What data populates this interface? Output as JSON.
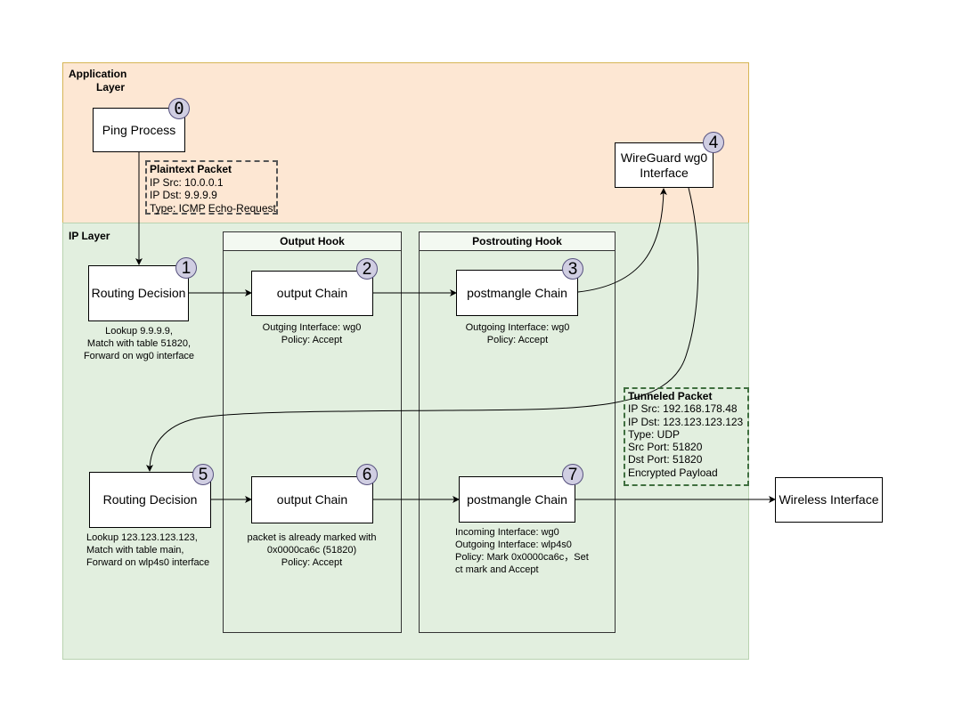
{
  "layers": {
    "application": {
      "label_line1": "Application",
      "label_line2": "Layer"
    },
    "ip": {
      "label": "IP Layer"
    }
  },
  "hooks": {
    "output": {
      "title": "Output Hook"
    },
    "postrouting": {
      "title": "Postrouting Hook"
    }
  },
  "nodes": {
    "ping": {
      "label": "Ping Process",
      "badge": "0"
    },
    "wireguard": {
      "label_line1": "WireGuard wg0",
      "label_line2": "Interface",
      "badge": "4"
    },
    "routing1": {
      "label": "Routing Decision",
      "badge": "1"
    },
    "output1": {
      "label": "output Chain",
      "badge": "2"
    },
    "postmangle1": {
      "label": "postmangle Chain",
      "badge": "3"
    },
    "routing2": {
      "label": "Routing Decision",
      "badge": "5"
    },
    "output2": {
      "label": "output Chain",
      "badge": "6"
    },
    "postmangle2": {
      "label": "postmangle Chain",
      "badge": "7"
    },
    "wireless": {
      "label": "Wireless Interface"
    }
  },
  "captions": {
    "routing1": [
      "Lookup 9.9.9.9,",
      "Match with table 51820,",
      "Forward on wg0 interface"
    ],
    "output1": [
      "Outging Interface: wg0",
      "Policy: Accept"
    ],
    "postmangle1": [
      "Outgoing Interface: wg0",
      "Policy: Accept"
    ],
    "routing2": [
      "Lookup 123.123.123.123,",
      "Match with table main,",
      "Forward on wlp4s0 interface"
    ],
    "output2": [
      "packet is already marked with",
      "0x0000ca6c (51820)",
      "Policy: Accept"
    ],
    "postmangle2": [
      "Incoming Interface: wg0",
      "Outgoing Interface: wlp4s0",
      "Policy:  Mark 0x0000ca6c，Set",
      "ct mark and Accept"
    ]
  },
  "packets": {
    "plaintext": {
      "title": "Plaintext Packet",
      "lines": [
        "IP Src: 10.0.0.1",
        "IP Dst: 9.9.9.9",
        "Type: ICMP Echo-Request"
      ]
    },
    "tunneled": {
      "title": "Tunneled Packet",
      "lines": [
        "IP Src: 192.168.178.48",
        "IP Dst: 123.123.123.123",
        "Type: UDP",
        "Src Port: 51820",
        "Dst Port: 51820",
        "Encrypted Payload"
      ]
    }
  },
  "colors": {
    "application_layer_fill": "#fde7d3",
    "ip_layer_fill": "#e2efdf",
    "badge_fill": "#d0cee2",
    "tunneled_border": "#3f6f3f"
  }
}
